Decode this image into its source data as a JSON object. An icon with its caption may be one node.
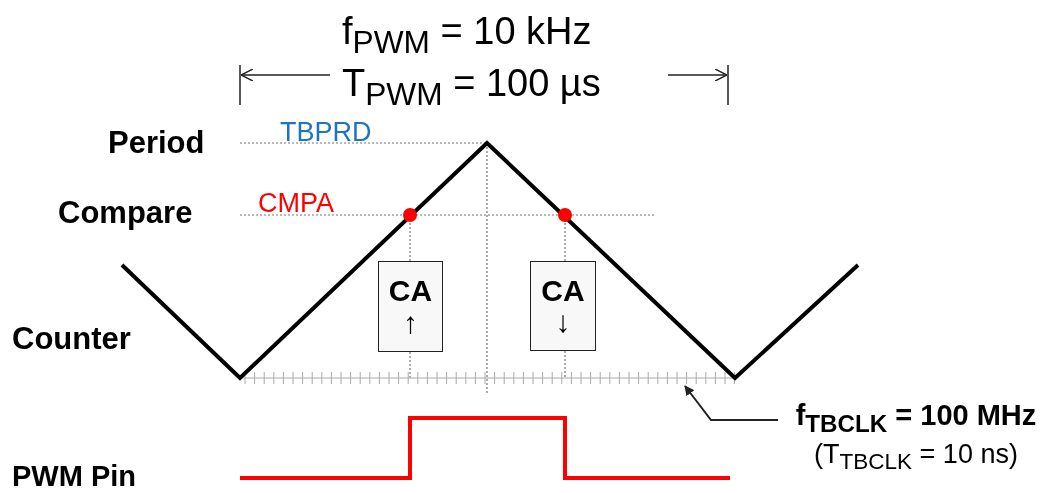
{
  "diagram": {
    "nodes": [
      {
        "text": [
          "CA",
          "↑"
        ]
      },
      {
        "text": [
          "CA",
          "↓"
        ]
      },
      {
        "text": [],
        "shape": "bar"
      },
      {
        "text": [
          "f$_{TBCLK}$ = 100 MHz",
          "(T$_{TBCLK}$ = 10 ns)"
        ]
      }
    ],
    "edges": [
      {
        "from": 3,
        "to": 2,
        "arrow": "to"
      }
    ],
    "labels": [
      "f$_{PWM}$ = 10 kHz",
      "T$_{PWM}$ = 100 µs",
      "Period",
      "TBPRD",
      "Compare",
      "CMPA",
      "Counter",
      "PWM Pin"
    ]
  }
}
